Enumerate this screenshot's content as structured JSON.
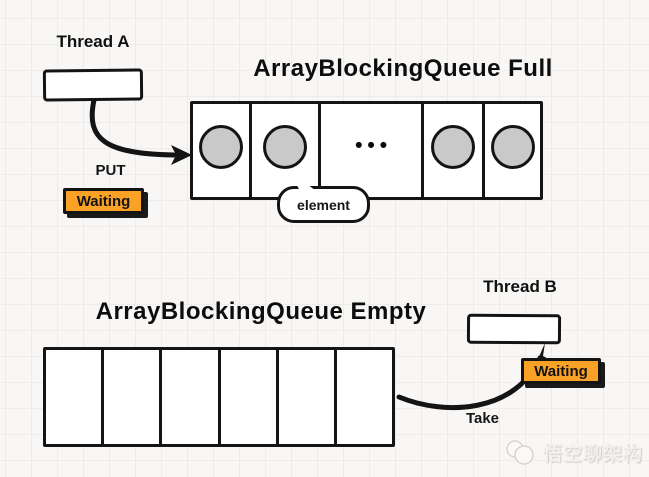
{
  "colors": {
    "canvas_bg": "#f8f7f5",
    "grid_line": "#edecea",
    "ink": "#141414",
    "badge_bg": "#f9a226",
    "slot_circle_fill": "#c9c9c9"
  },
  "full_section": {
    "title": "ArrayBlockingQueue Full",
    "thread_label": "Thread A",
    "action_label": "PUT",
    "waiting_badge": "Waiting",
    "element_callout": "element",
    "ellipsis": "•••",
    "slots": [
      "filled",
      "filled",
      "ellipsis",
      "filled",
      "filled"
    ]
  },
  "empty_section": {
    "title": "ArrayBlockingQueue Empty",
    "thread_label": "Thread B",
    "action_label": "Take",
    "waiting_badge": "Waiting",
    "slots": [
      "empty",
      "empty",
      "empty",
      "empty",
      "empty",
      "empty"
    ]
  },
  "watermark": {
    "text": "悟空聊架构"
  }
}
